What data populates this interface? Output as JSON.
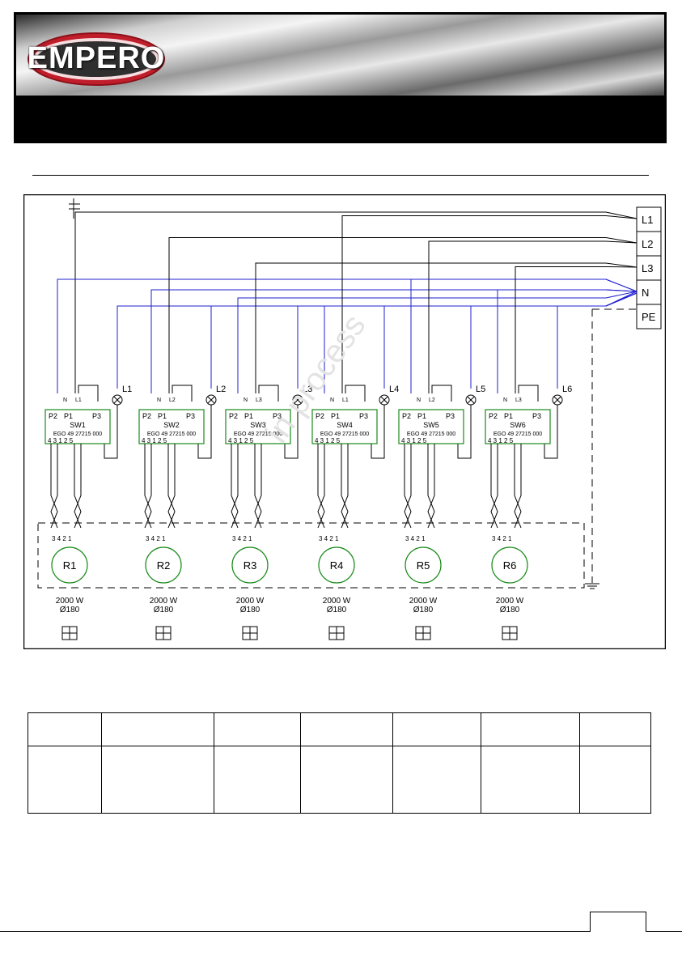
{
  "brand": {
    "logo_text": "EMPERO"
  },
  "terminals": [
    "L1",
    "L2",
    "L3",
    "N",
    "PE"
  ],
  "circuits": [
    {
      "switch": "SW1",
      "phase": "L1",
      "lamp": "L1",
      "heater": "R1",
      "power": "2000 W",
      "diameter": "Ø180",
      "pos_icon": "hob-position-front-left-icon"
    },
    {
      "switch": "SW2",
      "phase": "L2",
      "lamp": "L2",
      "heater": "R2",
      "power": "2000 W",
      "diameter": "Ø180",
      "pos_icon": "hob-position-back-left-icon"
    },
    {
      "switch": "SW3",
      "phase": "L3",
      "lamp": "L3",
      "heater": "R3",
      "power": "2000 W",
      "diameter": "Ø180",
      "pos_icon": "hob-position-back-right-icon"
    },
    {
      "switch": "SW4",
      "phase": "L1",
      "lamp": "L4",
      "heater": "R4",
      "power": "2000 W",
      "diameter": "Ø180",
      "pos_icon": "hob-position-front-right-icon"
    },
    {
      "switch": "SW5",
      "phase": "L2",
      "lamp": "L5",
      "heater": "R5",
      "power": "2000 W",
      "diameter": "Ø180",
      "pos_icon": "hob-position-back-right-icon"
    },
    {
      "switch": "SW6",
      "phase": "L3",
      "lamp": "L6",
      "heater": "R6",
      "power": "2000 W",
      "diameter": "Ø180",
      "pos_icon": "hob-position-front-right-icon"
    }
  ],
  "switch_labels": {
    "p2": "P2",
    "p1": "P1",
    "p3": "P3",
    "n": "N",
    "model": "EGO 49 27215 000",
    "bottom_pins": "4 3    1 2    5",
    "heater_pins": "3 4      2 1"
  },
  "watermark": "in process",
  "colors": {
    "neutral_wire": "#1f1fd0",
    "phase_wire": "#000000",
    "switch_border": "#1a8a1a",
    "heater_border": "#1a8a1a"
  },
  "info_table": {
    "rows": 2,
    "cols": 7
  }
}
